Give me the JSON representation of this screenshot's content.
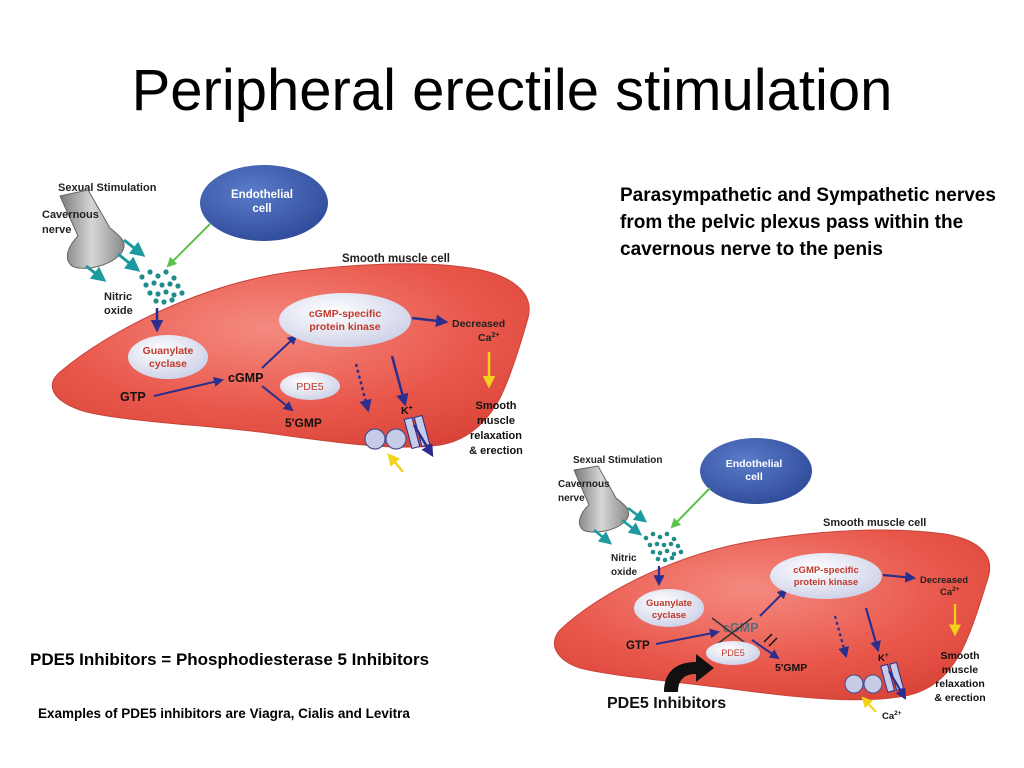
{
  "title": "Peripheral erectile stimulation",
  "side_note": "Parasympathetic and Sympathetic nerves from the pelvic plexus pass within the cavernous nerve to the penis",
  "definition": "PDE5 Inhibitors = Phosphodiesterase 5 Inhibitors",
  "examples": "Examples of PDE5 inhibitors are Viagra, Cialis and Levitra",
  "diagram1": {
    "sexual_stimulation": "Sexual Stimulation",
    "cavernous": "Cavernous",
    "nerve": "nerve",
    "endothelial": "Endothelial",
    "cell": "cell",
    "smooth_muscle_cell": "Smooth muscle cell",
    "nitric": "Nitric",
    "oxide": "oxide",
    "guanylate": "Guanylate",
    "cyclase": "cyclase",
    "cgmp_specific": "cGMP-specific",
    "protein_kinase": "protein kinase",
    "decreased": "Decreased",
    "ca": "Ca",
    "ca_sup": "2+",
    "gtp": "GTP",
    "cgmp": "cGMP",
    "pde5": "PDE5",
    "five_gmp": "5'GMP",
    "k": "K",
    "k_sup": "+",
    "smooth": "Smooth",
    "muscle": "muscle",
    "relaxation": "relaxation",
    "erection": "& erection"
  },
  "diagram2": {
    "sexual_stimulation": "Sexual Stimulation",
    "cavernous": "Cavernous",
    "nerve": "nerve",
    "endothelial": "Endothelial",
    "cell": "cell",
    "smooth_muscle_cell": "Smooth muscle cell",
    "nitric": "Nitric",
    "oxide": "oxide",
    "guanylate": "Guanylate",
    "cyclase": "cyclase",
    "cgmp_specific": "cGMP-specific",
    "protein_kinase": "protein kinase",
    "decreased": "Decreased",
    "ca": "Ca",
    "ca_sup": "2+",
    "gtp": "GTP",
    "cgmp": "cGMP",
    "pde5": "PDE5",
    "five_gmp": "5'GMP",
    "k": "K",
    "k_sup": "+",
    "smooth": "Smooth",
    "muscle": "muscle",
    "relaxation": "relaxation",
    "erection": "& erection",
    "ca_bottom": "Ca",
    "ca_bottom_sup": "2+",
    "pde5_inhibitors": "PDE5 Inhibitors"
  },
  "colors": {
    "cell_fill": "#e8574c",
    "cell_light": "#f4978e",
    "endothelial_fill": "#3f5fae",
    "enzyme_fill": "#d9dcee",
    "arrow_navy": "#2b2e8c",
    "arrow_teal": "#1b9aa0",
    "arrow_green": "#5cc24a",
    "arrow_yellow": "#f2d21b",
    "dots_teal": "#1f8c8a"
  }
}
